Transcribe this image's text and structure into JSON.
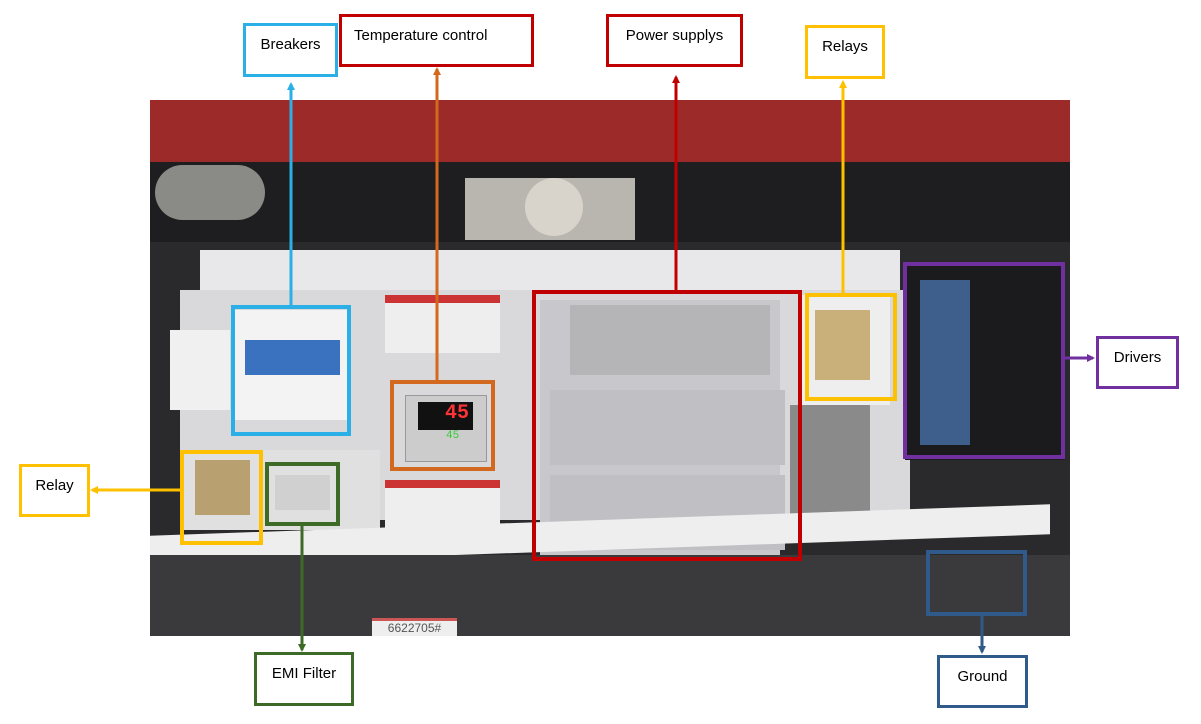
{
  "labels": {
    "breakers": "Breakers",
    "temperature_control": "Temperature control",
    "power_supplys": "Power supplys",
    "relays": "Relays",
    "drivers": "Drivers",
    "relay": "Relay",
    "emi_filter": "EMI Filter",
    "ground": "Ground"
  },
  "photo": {
    "temp_display_top": "45",
    "temp_display_bottom": "45",
    "serial_sticker": "6622705#"
  },
  "colors": {
    "breakers": "#2ab0e6",
    "temperature_control": "#c00000",
    "temp_box": "#d2691e",
    "power_supplys": "#c00000",
    "relays": "#ffc000",
    "drivers": "#7030a0",
    "relay": "#ffc000",
    "emi_filter": "#3d6b27",
    "ground": "#2f5a8a"
  }
}
